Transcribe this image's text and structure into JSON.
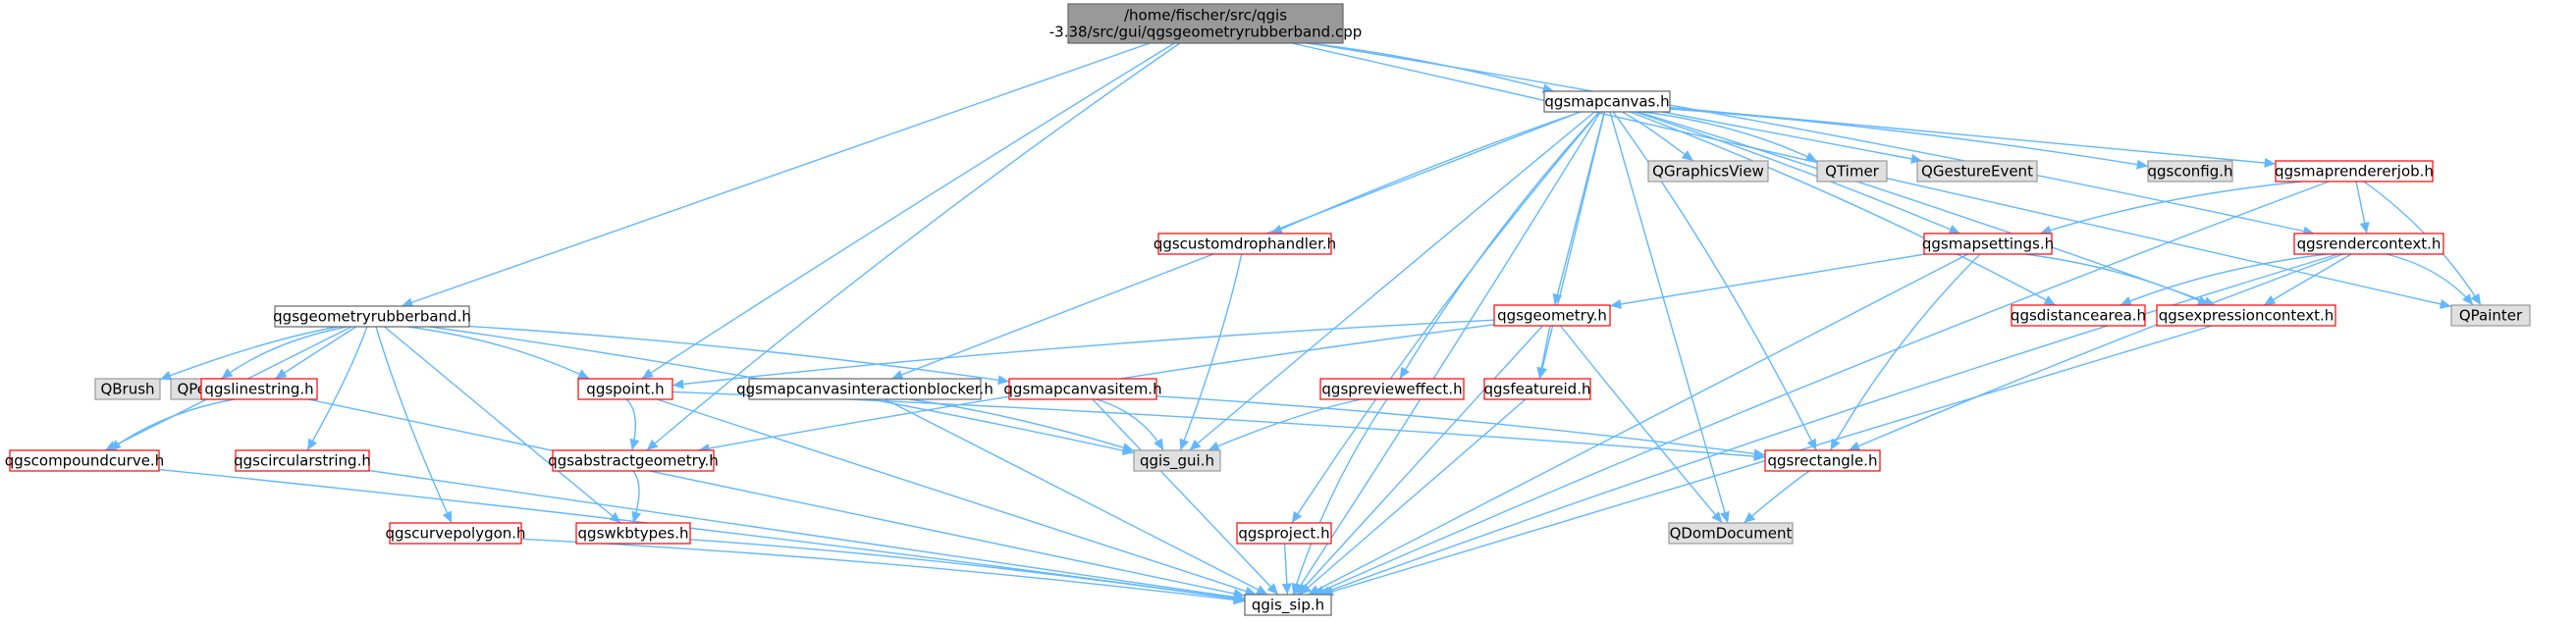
{
  "graph": {
    "nodes": [
      {
        "id": "root",
        "lines": [
          "/home/fischer/src/qgis",
          "-3.38/src/gui/qgsgeometryrubberband.cpp"
        ],
        "style": "root"
      },
      {
        "id": "qgsmapcanvas",
        "lines": [
          "qgsmapcanvas.h"
        ],
        "style": "normal"
      },
      {
        "id": "qgsgeometryrubberband",
        "lines": [
          "qgsgeometryrubberband.h"
        ],
        "style": "normal"
      },
      {
        "id": "qgsmaprendererjob",
        "lines": [
          "qgsmaprendererjob.h"
        ],
        "style": "red"
      },
      {
        "id": "qgsconfig",
        "lines": [
          "qgsconfig.h"
        ],
        "style": "gray"
      },
      {
        "id": "QGestureEvent",
        "lines": [
          "QGestureEvent"
        ],
        "style": "gray"
      },
      {
        "id": "QTimer",
        "lines": [
          "QTimer"
        ],
        "style": "gray"
      },
      {
        "id": "QGraphicsView",
        "lines": [
          "QGraphicsView"
        ],
        "style": "gray"
      },
      {
        "id": "qgscustomdrophandler",
        "lines": [
          "qgscustomdrophandler.h"
        ],
        "style": "red"
      },
      {
        "id": "qgsmapsettings",
        "lines": [
          "qgsmapsettings.h"
        ],
        "style": "red"
      },
      {
        "id": "qgsrendercontext",
        "lines": [
          "qgsrendercontext.h"
        ],
        "style": "red"
      },
      {
        "id": "QPainter",
        "lines": [
          "QPainter"
        ],
        "style": "gray"
      },
      {
        "id": "qgsgeometry",
        "lines": [
          "qgsgeometry.h"
        ],
        "style": "red"
      },
      {
        "id": "qgsdistancearea",
        "lines": [
          "qgsdistancearea.h"
        ],
        "style": "red"
      },
      {
        "id": "qgsexpressioncontext",
        "lines": [
          "qgsexpressioncontext.h"
        ],
        "style": "red"
      },
      {
        "id": "QBrush",
        "lines": [
          "QBrush"
        ],
        "style": "gray"
      },
      {
        "id": "QPen",
        "lines": [
          "QPen"
        ],
        "style": "gray"
      },
      {
        "id": "qgslinestring",
        "lines": [
          "qgslinestring.h"
        ],
        "style": "red"
      },
      {
        "id": "qgspoint",
        "lines": [
          "qgspoint.h"
        ],
        "style": "red"
      },
      {
        "id": "qgsmapcanvasinteractionblocker",
        "lines": [
          "qgsmapcanvasinteractionblocker.h"
        ],
        "style": "normal"
      },
      {
        "id": "qgsmapcanvasitem",
        "lines": [
          "qgsmapcanvasitem.h"
        ],
        "style": "red"
      },
      {
        "id": "qgspreviewеffect",
        "lines": [
          "qgspreviewеffect.h"
        ],
        "style": "red"
      },
      {
        "id": "qgsfeatureid",
        "lines": [
          "qgsfeatureid.h"
        ],
        "style": "red"
      },
      {
        "id": "qgis_gui",
        "lines": [
          "qgis_gui.h"
        ],
        "style": "gray"
      },
      {
        "id": "qgsrectangle",
        "lines": [
          "qgsrectangle.h"
        ],
        "style": "red"
      },
      {
        "id": "qgscompoundcurve",
        "lines": [
          "qgscompoundcurve.h"
        ],
        "style": "red"
      },
      {
        "id": "qgscircularstring",
        "lines": [
          "qgscircularstring.h"
        ],
        "style": "red"
      },
      {
        "id": "qgsabstractgeometry",
        "lines": [
          "qgsabstractgeometry.h"
        ],
        "style": "red"
      },
      {
        "id": "qgscurvepolygon",
        "lines": [
          "qgscurvepolygon.h"
        ],
        "style": "red"
      },
      {
        "id": "qgswkbtypes",
        "lines": [
          "qgswkbtypes.h"
        ],
        "style": "red"
      },
      {
        "id": "qgsproject",
        "lines": [
          "qgsproject.h"
        ],
        "style": "red"
      },
      {
        "id": "QDomDocument",
        "lines": [
          "QDomDocument"
        ],
        "style": "gray"
      },
      {
        "id": "qgis_sip",
        "lines": [
          "qgis_sip.h"
        ],
        "style": "normal"
      }
    ],
    "edges": [
      [
        "root",
        "qgsmapcanvas"
      ],
      [
        "root",
        "qgsgeometryrubberband"
      ],
      [
        "root",
        "qgspoint"
      ],
      [
        "root",
        "qgsabstractgeometry"
      ],
      [
        "root",
        "QPainter"
      ],
      [
        "root",
        "qgsrendercontext"
      ],
      [
        "qgsmapcanvas",
        "qgsconfig"
      ],
      [
        "qgsmapcanvas",
        "QGestureEvent"
      ],
      [
        "qgsmapcanvas",
        "QTimer"
      ],
      [
        "qgsmapcanvas",
        "QGraphicsView"
      ],
      [
        "qgsmapcanvas",
        "qgsmaprendererjob"
      ],
      [
        "qgsmapcanvas",
        "qgscustomdrophandler"
      ],
      [
        "qgsmapcanvas",
        "qgsmapsettings"
      ],
      [
        "qgsmapcanvas",
        "qgsgeometry"
      ],
      [
        "qgsmapcanvas",
        "qgsdistancearea"
      ],
      [
        "qgsmapcanvas",
        "qgsexpressioncontext"
      ],
      [
        "qgsmapcanvas",
        "qgsmapcanvasinteractionblocker"
      ],
      [
        "qgsmapcanvas",
        "qgis_gui"
      ],
      [
        "qgsmapcanvas",
        "qgspreviewеffect"
      ],
      [
        "qgsmapcanvas",
        "qgsfeatureid"
      ],
      [
        "qgsmapcanvas",
        "qgsrectangle"
      ],
      [
        "qgsmapcanvas",
        "qgsproject"
      ],
      [
        "qgsmapcanvas",
        "QDomDocument"
      ],
      [
        "qgsmapcanvas",
        "qgis_sip"
      ],
      [
        "qgsmaprendererjob",
        "qgsmapsettings"
      ],
      [
        "qgsmaprendererjob",
        "qgsrendercontext"
      ],
      [
        "qgsmaprendererjob",
        "QPainter"
      ],
      [
        "qgsmaprendererjob",
        "qgis_sip"
      ],
      [
        "qgsmapsettings",
        "qgsgeometry"
      ],
      [
        "qgsmapsettings",
        "qgsexpressioncontext"
      ],
      [
        "qgsmapsettings",
        "qgsrectangle"
      ],
      [
        "qgsmapsettings",
        "qgis_sip"
      ],
      [
        "qgsrendercontext",
        "QPainter"
      ],
      [
        "qgsrendercontext",
        "qgsdistancearea"
      ],
      [
        "qgsrendercontext",
        "qgsexpressioncontext"
      ],
      [
        "qgsrendercontext",
        "qgsrectangle"
      ],
      [
        "qgsrendercontext",
        "qgis_sip"
      ],
      [
        "qgsexpressioncontext",
        "qgis_sip"
      ],
      [
        "qgscustomdrophandler",
        "qgis_gui"
      ],
      [
        "qgsgeometry",
        "qgspoint"
      ],
      [
        "qgsgeometry",
        "qgsfeatureid"
      ],
      [
        "qgsgeometry",
        "qgsabstractgeometry"
      ],
      [
        "qgsgeometry",
        "QDomDocument"
      ],
      [
        "qgsgeometry",
        "qgis_sip"
      ],
      [
        "qgsgeometryrubberband",
        "QBrush"
      ],
      [
        "qgsgeometryrubberband",
        "QPen"
      ],
      [
        "qgsgeometryrubberband",
        "qgslinestring"
      ],
      [
        "qgsgeometryrubberband",
        "qgspoint"
      ],
      [
        "qgsgeometryrubberband",
        "qgsmapcanvasitem"
      ],
      [
        "qgsgeometryrubberband",
        "qgscompoundcurve"
      ],
      [
        "qgsgeometryrubberband",
        "qgscircularstring"
      ],
      [
        "qgsgeometryrubberband",
        "qgscurvepolygon"
      ],
      [
        "qgsgeometryrubberband",
        "qgswkbtypes"
      ],
      [
        "qgsgeometryrubberband",
        "qgis_gui"
      ],
      [
        "qgslinestring",
        "qgscompoundcurve"
      ],
      [
        "qgslinestring",
        "qgis_sip"
      ],
      [
        "qgspoint",
        "qgsabstractgeometry"
      ],
      [
        "qgspoint",
        "qgsrectangle"
      ],
      [
        "qgspoint",
        "qgis_sip"
      ],
      [
        "qgsabstractgeometry",
        "qgswkbtypes"
      ],
      [
        "qgsmapcanvasinteractionblocker",
        "qgis_gui"
      ],
      [
        "qgsmapcanvasinteractionblocker",
        "qgis_sip"
      ],
      [
        "qgsmapcanvasitem",
        "qgis_gui"
      ],
      [
        "qgsmapcanvasitem",
        "qgsrectangle"
      ],
      [
        "qgsmapcanvasitem",
        "qgis_sip"
      ],
      [
        "qgspreviewеffect",
        "qgis_gui"
      ],
      [
        "qgspreviewеffect",
        "qgis_sip"
      ],
      [
        "qgsfeatureid",
        "qgis_sip"
      ],
      [
        "qgsrectangle",
        "QDomDocument"
      ],
      [
        "qgscompoundcurve",
        "qgis_sip"
      ],
      [
        "qgscircularstring",
        "qgis_sip"
      ],
      [
        "qgscurvepolygon",
        "qgis_sip"
      ],
      [
        "qgswkbtypes",
        "qgis_sip"
      ],
      [
        "qgsproject",
        "qgis_sip"
      ]
    ]
  },
  "colors": {
    "edge": "#63b8ff",
    "root_fill": "#999999",
    "root_stroke": "#666666",
    "normal_fill": "#ffffff",
    "normal_stroke": "#666666",
    "red_fill": "#ffffff",
    "red_stroke": "#ff0000",
    "gray_fill": "#e0e0e0",
    "gray_stroke": "#999999"
  }
}
